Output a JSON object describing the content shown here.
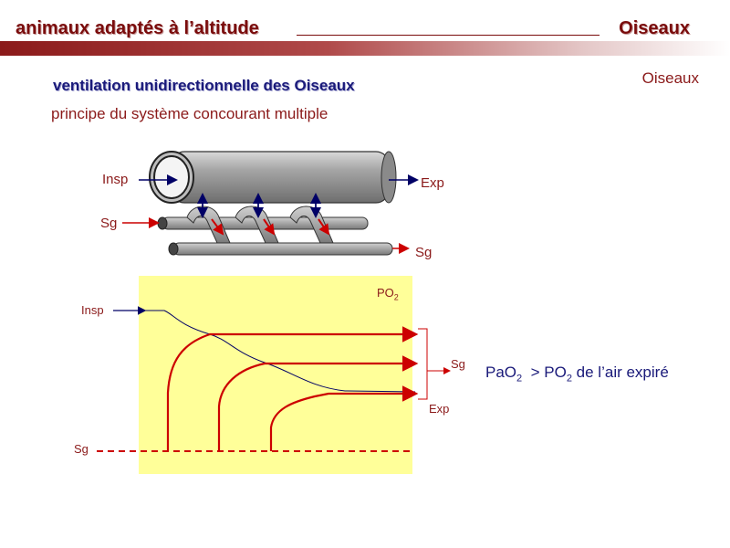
{
  "header": {
    "left_title": "animaux adaptés à l’altitude",
    "right_title": "Oiseaux"
  },
  "tag": "Oiseaux",
  "title": "ventilation unidirectionnelle des Oiseaux",
  "subtitle": "principe du système concourant multiple",
  "schematic": {
    "insp": "Insp",
    "exp": "Exp",
    "sg_in": "Sg",
    "sg_out": "Sg"
  },
  "graph": {
    "po2_base": "PO",
    "po2_sub": "2",
    "insp": "Insp",
    "sg_right": "Sg",
    "exp": "Exp",
    "sg_left": "Sg",
    "panel_color": "#ffff99"
  },
  "note": {
    "a": "PaO",
    "a_sub": "2",
    "mid": "  > PO",
    "b_sub": "2",
    "end": " de l’air expiré"
  },
  "colors": {
    "accent_red": "#cc0000",
    "dark_red": "#7a0c0c",
    "navy": "#000066"
  }
}
